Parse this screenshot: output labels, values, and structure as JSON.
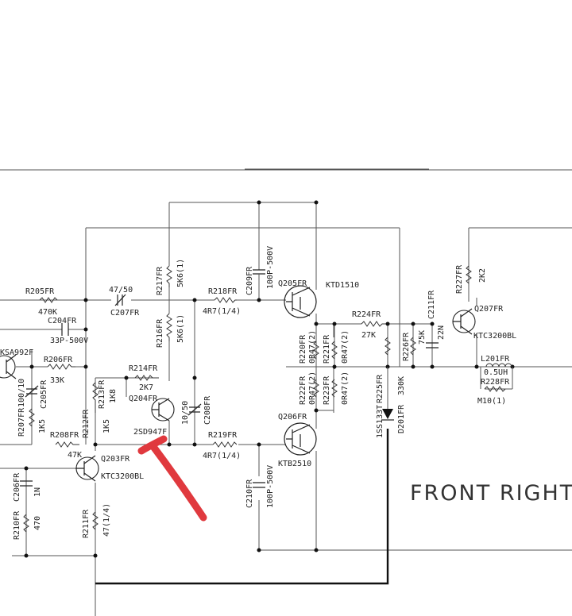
{
  "section_label": "FRONT RIGHT",
  "components": {
    "r205": "R205FR",
    "r205_val": "470K",
    "c207_val": "47/50",
    "c207": "C207FR",
    "r217": "R217FR",
    "r217_val": "5K6(1)",
    "r216": "R216FR",
    "r216_val": "5K6(1)",
    "c209": "C209FR",
    "c209_val": "100P-500V",
    "r218": "R218FR",
    "r218_val": "4R7(1/4)",
    "q205": "Q205FR",
    "q205_type": "KTD1510",
    "c204": "C204FR",
    "c204_val": "33P-500V",
    "q_left_type": "KSA992F",
    "r206": "R206FR",
    "r206_val": "33K",
    "c205": "C205FR",
    "c205_val": "100/10",
    "r214": "R214FR",
    "r214_val": "2K7",
    "r213": "R213FR",
    "r213_val": "1K8",
    "q204": "Q204FR",
    "q204_type": "2SD947F",
    "c208_val": "10/50",
    "c208": "C208FR",
    "r207": "R207FR",
    "r207_val": "1K5",
    "r212": "R212FR",
    "r212_val": "1K5",
    "r208": "R208FR",
    "r208_val": "47K",
    "q203": "Q203FR",
    "q203_type": "KTC3200BL",
    "r219": "R219FR",
    "r219_val": "4R7(1/4)",
    "r220": "R220FR",
    "r220_val": "0R47(2)",
    "r221": "R221FR",
    "r221_val": "0R47(2)",
    "r222": "R222FR",
    "r222_val": "0R47(2)",
    "r223": "R223FR",
    "r223_val": "0R47(2)",
    "q206": "Q206FR",
    "q206_type": "KTB2510",
    "c206": "C206FR",
    "c206_val": "1N",
    "r210": "R210FR",
    "r210_val": "470",
    "r211": "R211FR",
    "r211_val": "47(1/4)",
    "c210": "C210FR",
    "c210_val": "100P-500V",
    "r224": "R224FR",
    "r224_val": "27K",
    "r226": "R226FR",
    "r226_val": "75K",
    "c211": "C211FR",
    "c211_val": "22N",
    "r225": "R225FR",
    "r225_val": "330K",
    "d201_type": "1SS133T",
    "d201": "D201FR",
    "r227": "R227FR",
    "r227_val": "2K2",
    "q207": "Q207FR",
    "q207_type": "KTC3200BL",
    "l201": "L201FR",
    "l201_val": "0.5UH",
    "r228": "R228FR",
    "r228_val": "M10(1)"
  },
  "annotation": "red-arrow-pointer"
}
